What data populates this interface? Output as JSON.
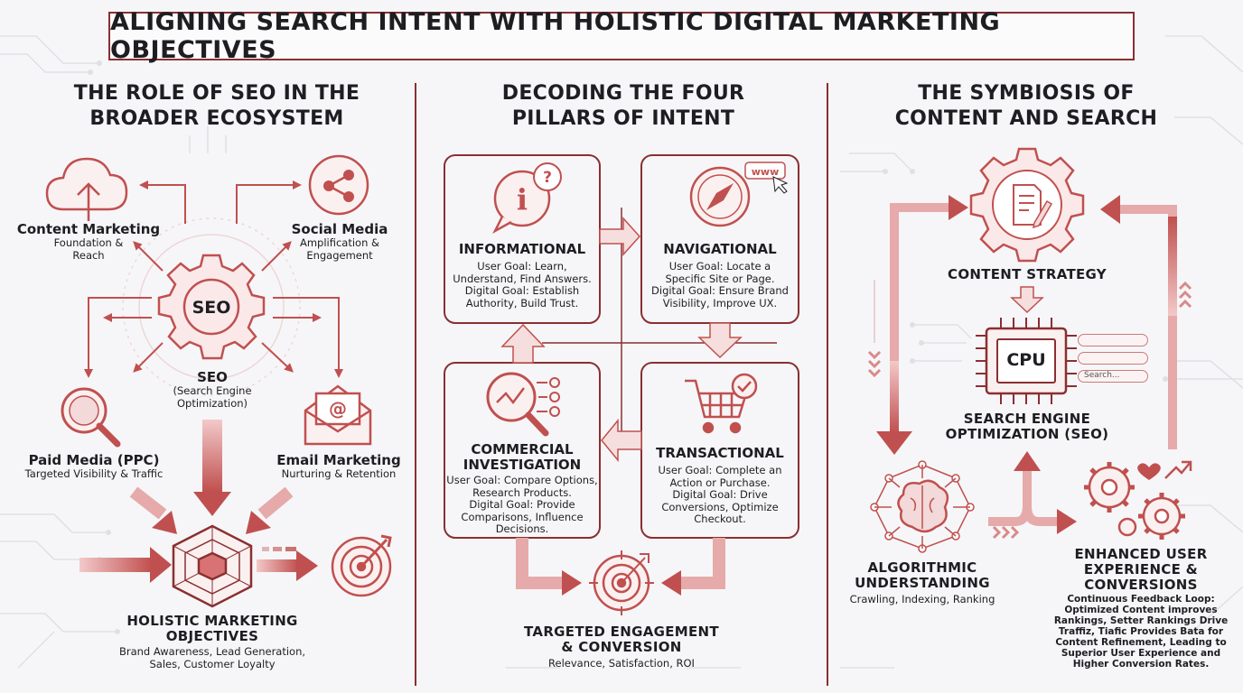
{
  "title": "ALIGNING SEARCH INTENT WITH HOLISTIC DIGITAL MARKETING OBJECTIVES",
  "colors": {
    "primary": "#c0504f",
    "dark": "#8a2f31",
    "light": "#f3d9d9",
    "background": "#f6f6f8"
  },
  "left": {
    "title_line1": "THE ROLE OF SEO IN THE",
    "title_line2": "BROADER ECOSYSTEM",
    "seo_gear_text": "SEO",
    "seo_label": "SEO",
    "seo_sub1": "(Search Engine",
    "seo_sub2": "Optimization)",
    "content": {
      "label": "Content Marketing",
      "sub1": "Foundation &",
      "sub2": "Reach",
      "icon": "cloud-upload-icon"
    },
    "social": {
      "label": "Social Media",
      "sub1": "Amplification &",
      "sub2": "Engagement",
      "icon": "share-icon"
    },
    "paid": {
      "label": "Paid Media (PPC)",
      "sub1": "Targeted Visibility & Traffic",
      "icon": "magnifier-icon"
    },
    "email": {
      "label": "Email Marketing",
      "sub1": "Nurturing & Retention",
      "icon": "envelope-icon"
    },
    "holistic": {
      "label1": "HOLISTIC MARKETING",
      "label2": "OBJECTIVES",
      "sub1": "Brand Awareness, Lead Generation,",
      "sub2": "Sales, Customer Loyalty",
      "icon": "hexagon-core-icon"
    },
    "target_icon": "target-icon"
  },
  "middle": {
    "title_line1": "DECODING THE FOUR",
    "title_line2": "PILLARS OF INTENT",
    "informational": {
      "label": "INFORMATIONAL",
      "lines": [
        "User Goal: Learn,",
        "Understand, Find Answers.",
        "Digital Goal: Establish",
        "Authority, Build Trust."
      ],
      "icon": "info-bubble-icon"
    },
    "navigational": {
      "label": "NAVIGATIONAL",
      "lines": [
        "User Goal: Locate a",
        "Specific Site or Page.",
        "Digital Goal: Ensure Brand",
        "Visibility, Improve UX."
      ],
      "icon": "compass-icon",
      "badge": "www"
    },
    "commercial": {
      "label1": "COMMERCIAL",
      "label2": "INVESTIGATION",
      "lines": [
        "User Goal: Compare Options,",
        "Research Products.",
        "Digital Goal: Provide",
        "Comparisons, Influence",
        "Decisions."
      ],
      "icon": "analysis-magnifier-icon"
    },
    "transactional": {
      "label": "TRANSACTIONAL",
      "lines": [
        "User Goal: Complete an",
        "Action or Purchase.",
        "Digital Goal: Drive",
        "Conversions, Optimize",
        "Checkout."
      ],
      "icon": "cart-icon"
    },
    "engagement": {
      "label1": "TARGETED ENGAGEMENT",
      "label2": "& CONVERSION",
      "sub": "Relevance, Satisfaction, ROI",
      "icon": "target-icon"
    }
  },
  "right": {
    "title_line1": "THE SYMBIOSIS OF",
    "title_line2": "CONTENT AND SEARCH",
    "content_strategy": {
      "label": "CONTENT STRATEGY",
      "icon": "document-gear-icon"
    },
    "cpu_text": "CPU",
    "search_placeholder": "Search...",
    "seo": {
      "label1": "SEARCH ENGINE",
      "label2": "OPTIMIZATION (SEO)"
    },
    "algorithmic": {
      "label1": "ALGORITHMIC",
      "label2": "UNDERSTANDING",
      "sub": "Crawling, Indexing, Ranking",
      "icon": "brain-network-icon"
    },
    "enhanced": {
      "label1": "ENHANCED USER",
      "label2": "EXPERIENCE &",
      "label3": "CONVERSIONS",
      "lines": [
        "Continuous Feedback Loop:",
        "Optimized Content improves",
        "Rankings, Setter Rankings Drive",
        "Traffiz, Tiafic Provides Bata for",
        "Content Refinement, Leading to",
        "Superior User Experience and",
        "Higher Conversion Rates."
      ],
      "icon": "gears-heart-icon"
    }
  }
}
